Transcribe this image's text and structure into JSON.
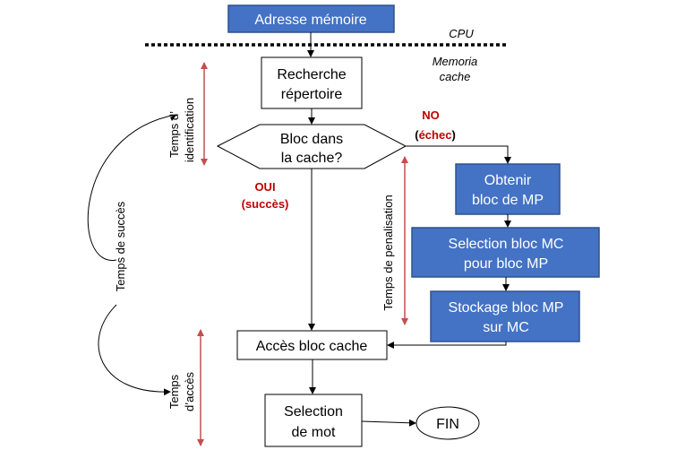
{
  "nodes": {
    "adresse": "Adresse mémoire",
    "recherche_1": "Recherche",
    "recherche_2": "répertoire",
    "bloc_1": "Bloc dans",
    "bloc_2": "la cache?",
    "obtenir_1": "Obtenir",
    "obtenir_2": "bloc de MP",
    "selection_1": "Selection bloc MC",
    "selection_2": "pour bloc MP",
    "stockage_1": "Stockage bloc MP",
    "stockage_2": "sur MC",
    "acces": "Accès bloc cache",
    "mot_1": "Selection",
    "mot_2": "de mot",
    "fin": "FIN"
  },
  "labels": {
    "cpu": "CPU",
    "cache_1": "Memoria",
    "cache_2": "cache",
    "no": "NO",
    "echec_open": "(",
    "echec": "échec",
    "echec_close": ")",
    "oui": "OUI",
    "succes": "(succès)",
    "temps_ident_1": "Temps d’",
    "temps_ident_2": "identification",
    "temps_succes": "Temps de succès",
    "temps_penal": "Temps de penalisation",
    "temps_acces_1": "Temps",
    "temps_acces_2": "d’accès"
  },
  "colors": {
    "blue_fill": "#4472c4",
    "blue_stroke": "#2f528f",
    "red": "#c00000",
    "range_red": "#c0504d"
  }
}
